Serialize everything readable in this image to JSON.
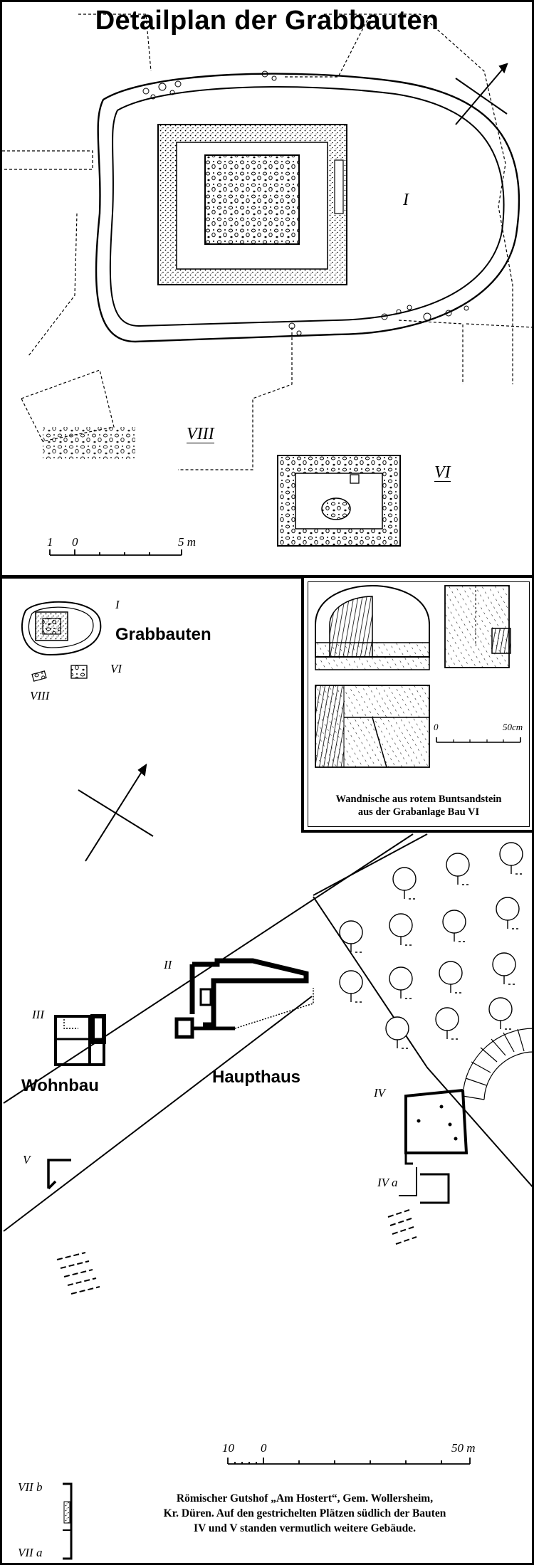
{
  "top_plan": {
    "title": "Detailplan der Grabbauten",
    "label_I": "I",
    "label_VIII": "VIII",
    "label_VI": "VI",
    "scale": {
      "n1": "1",
      "n0": "0",
      "n5": "5 m"
    }
  },
  "overview": {
    "grabbauten_label": "Grabbauten",
    "mini_I": "I",
    "mini_VI": "VI",
    "mini_VIII": "VIII",
    "label_II": "II",
    "label_III": "III",
    "label_IV": "IV",
    "label_IVa": "IV a",
    "label_V": "V",
    "label_VIIb": "VII b",
    "label_VIIa": "VII a",
    "wohnbau": "Wohnbau",
    "haupthaus": "Haupthaus",
    "scale": {
      "n10": "10",
      "n0": "0",
      "n50": "50 m"
    }
  },
  "inset": {
    "caption_line1": "Wandnische aus rotem Buntsandstein",
    "caption_line2": "aus der Grabanlage Bau VI",
    "scale": {
      "n0": "0",
      "n50": "50cm"
    }
  },
  "caption": {
    "line1": "Römischer Gutshof „Am Hostert“, Gem. Wollersheim,",
    "line2": "Kr. Düren. Auf den gestrichelten Plätzen südlich der Bauten",
    "line3": "IV und V standen vermutlich weitere Gebäude."
  }
}
